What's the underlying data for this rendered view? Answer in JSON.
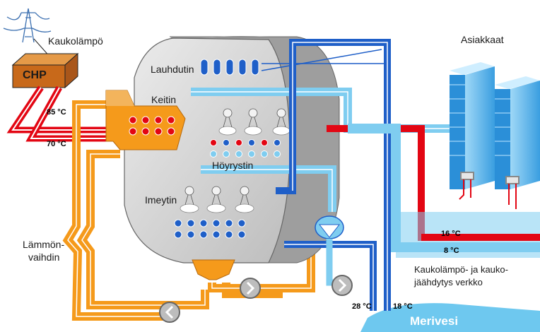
{
  "chp": {
    "label": "CHP",
    "feed_label": "Kaukolämpö"
  },
  "components": {
    "condenser": "Lauhdutin",
    "generator": "Keitin",
    "evaporator": "Höyrystin",
    "absorber": "Imeytin",
    "heat_exchanger_line1": "Lämmön-",
    "heat_exchanger_line2": "vaihdin"
  },
  "customers": {
    "label": "Asiakkaat"
  },
  "network": {
    "line1": "Kaukolämpö- ja kauko-",
    "line2": "jäähdytys verkko"
  },
  "sea": {
    "label": "Merivesi"
  },
  "temperatures": {
    "dh_supply": "85 °C",
    "dh_return": "70 °C",
    "dc_return": "16 °C",
    "dc_supply": "8 °C",
    "sea_out": "28 °C",
    "sea_in": "18 °C"
  },
  "colors": {
    "hot_red": "#e30613",
    "orange": "#f59a1b",
    "cold_blue": "#1f5fc8",
    "light_blue": "#7fcdf0",
    "building_blue": "#5ab4ea",
    "chamber_gray": "#d9d9d9",
    "chp_box": "#c8691a"
  },
  "icons": [
    "power-pylon-icon",
    "pump-icon",
    "steam-icon",
    "building-icon"
  ]
}
